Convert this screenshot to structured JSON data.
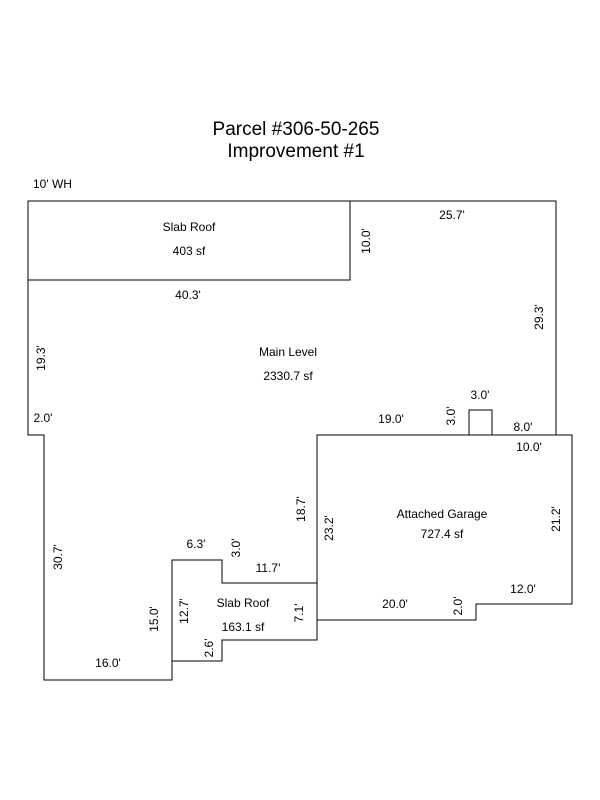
{
  "title": {
    "line1": "Parcel #306-50-265",
    "line2": "Improvement #1"
  },
  "areas": {
    "slab_roof_top": {
      "name": "Slab Roof",
      "area": "403 sf"
    },
    "main_level": {
      "name": "Main Level",
      "area": "2330.7 sf"
    },
    "attached_garage": {
      "name": "Attached Garage",
      "area": "727.4 sf"
    },
    "slab_roof_bottom": {
      "name": "Slab Roof",
      "area": "163.1 sf"
    }
  },
  "dimensions": {
    "wh_note": "10' WH",
    "d_25_7": "25.7'",
    "d_10_0_slab": "10.0'",
    "d_40_3": "40.3'",
    "d_29_3": "29.3'",
    "d_19_3": "19.3'",
    "d_2_0_left": "2.0'",
    "d_19_0": "19.0'",
    "d_3_0_bump_side": "3.0'",
    "d_3_0_bump_top": "3.0'",
    "d_8_0": "8.0'",
    "d_10_0_garage": "10.0'",
    "d_18_7": "18.7'",
    "d_23_2": "23.2'",
    "d_21_2": "21.2'",
    "d_30_7": "30.7'",
    "d_6_3": "6.3'",
    "d_3_0_lower": "3.0'",
    "d_11_7": "11.7'",
    "d_12_0": "12.0'",
    "d_20_0": "20.0'",
    "d_2_0_garage": "2.0'",
    "d_15_0": "15.0'",
    "d_12_7": "12.7'",
    "d_7_1": "7.1'",
    "d_2_6": "2.6'",
    "d_16_0": "16.0'"
  }
}
